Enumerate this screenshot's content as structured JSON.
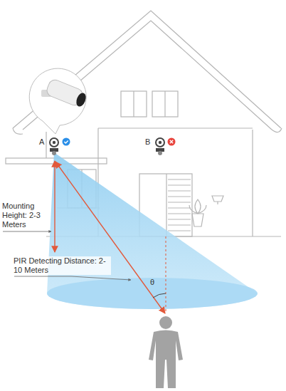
{
  "diagram": {
    "labels": [
      "A",
      "B",
      "Mounting Height: 2-3 Meters",
      "PIR Detecting Distance: 2-10 Meters",
      "θ"
    ]
  }
}
